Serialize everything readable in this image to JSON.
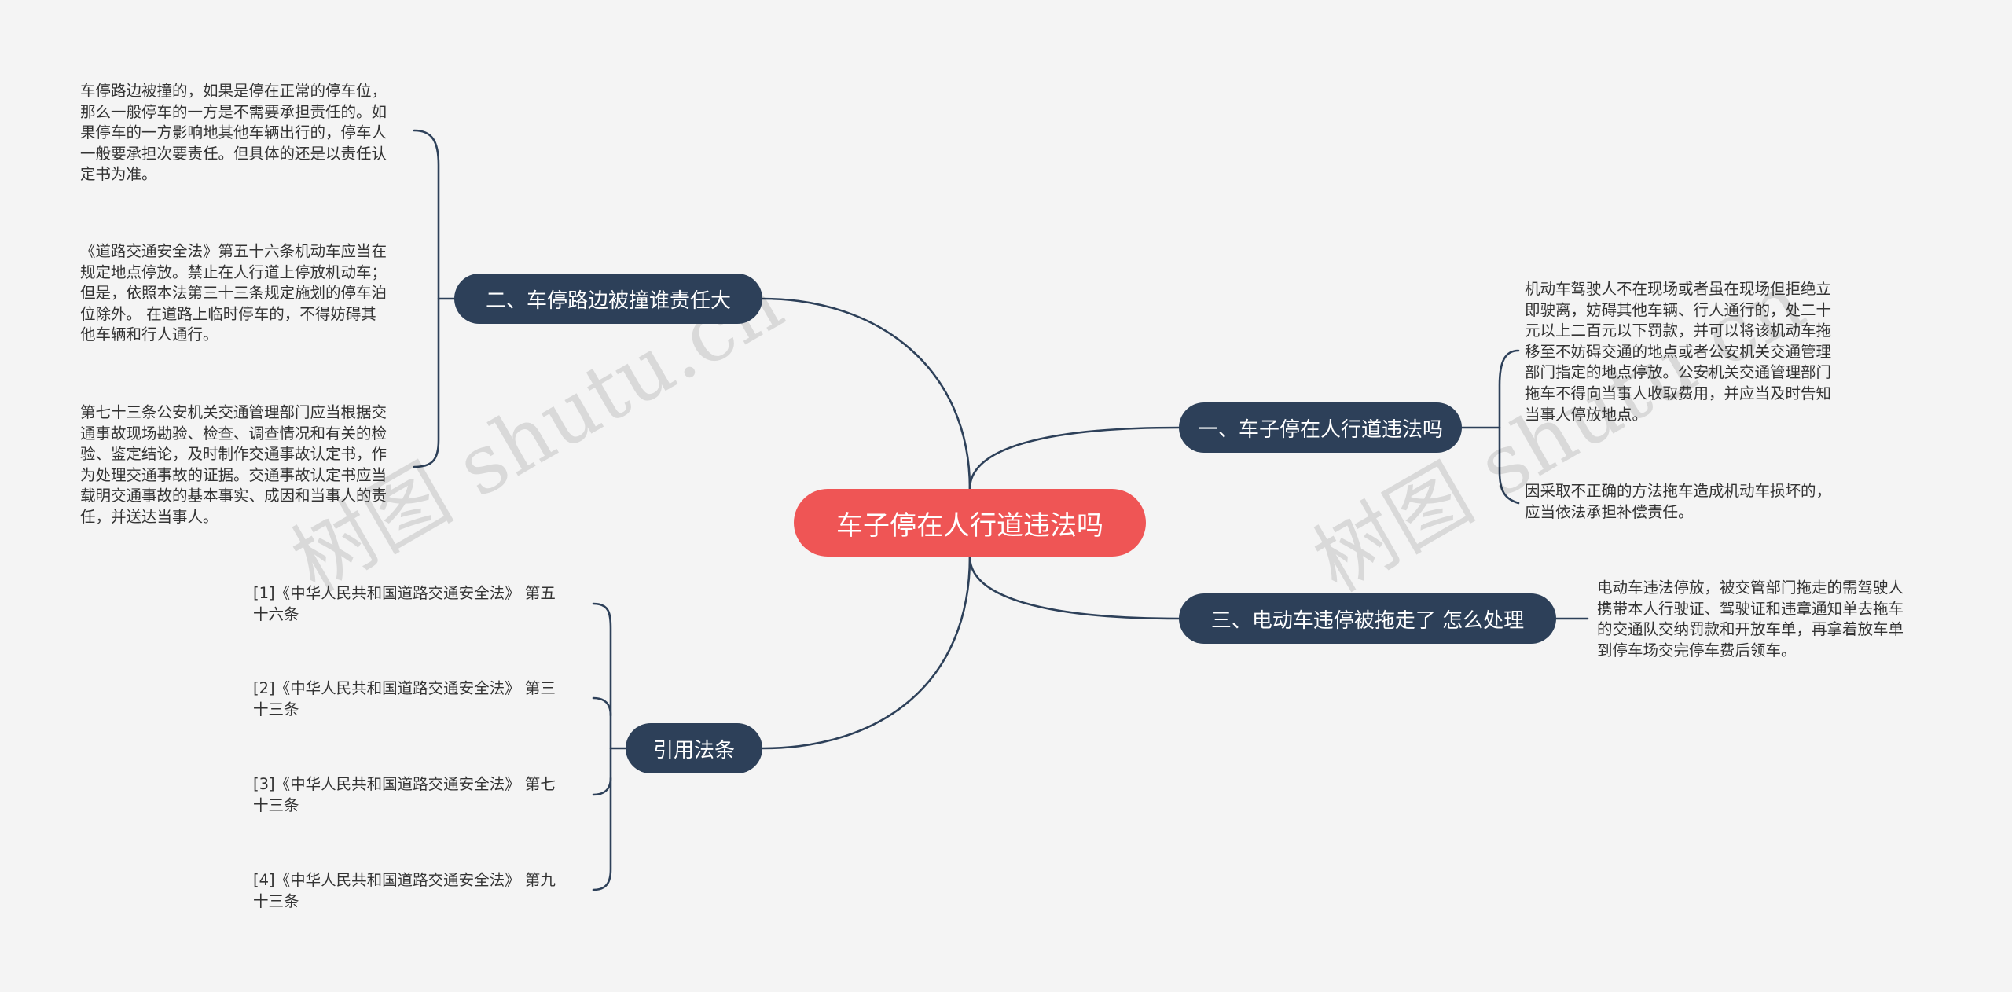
{
  "root": {
    "title": "车子停在人行道违法吗"
  },
  "branches": {
    "b1": {
      "label": "一、车子停在人行道违法吗",
      "leaves": [
        {
          "lines": [
            "机动车驾驶人不在现场或者虽在现场但拒绝立",
            "即驶离，妨碍其他车辆、行人通行的，处二十",
            "元以上二百元以下罚款，并可以将该机动车拖",
            "移至不妨碍交通的地点或者公安机关交通管理",
            "部门指定的地点停放。公安机关交通管理部门",
            "拖车不得向当事人收取费用，并应当及时告知",
            "当事人停放地点。"
          ]
        },
        {
          "lines": [
            "因采取不正确的方法拖车造成机动车损坏的，",
            "应当依法承担补偿责任。"
          ]
        }
      ]
    },
    "b2": {
      "label": "二、车停路边被撞谁责任大",
      "leaves": [
        {
          "lines": [
            "车停路边被撞的，如果是停在正常的停车位，",
            "那么一般停车的一方是不需要承担责任的。如",
            "果停车的一方影响地其他车辆出行的，停车人",
            "一般要承担次要责任。但具体的还是以责任认",
            "定书为准。"
          ]
        },
        {
          "lines": [
            "《道路交通安全法》第五十六条机动车应当在",
            "规定地点停放。禁止在人行道上停放机动车；",
            "但是，依照本法第三十三条规定施划的停车泊",
            "位除外。 在道路上临时停车的，不得妨碍其",
            "他车辆和行人通行。"
          ]
        },
        {
          "lines": [
            "第七十三条公安机关交通管理部门应当根据交",
            "通事故现场勘验、检查、调查情况和有关的检",
            "验、鉴定结论，及时制作交通事故认定书，作",
            "为处理交通事故的证据。交通事故认定书应当",
            "载明交通事故的基本事实、成因和当事人的责",
            "任，并送达当事人。"
          ]
        }
      ]
    },
    "b3": {
      "label": "三、电动车违停被拖走了 怎么处理",
      "leaves": [
        {
          "lines": [
            "电动车违法停放，被交管部门拖走的需驾驶人",
            "携带本人行驶证、驾驶证和违章通知单去拖车",
            "的交通队交纳罚款和开放车单，再拿着放车单",
            "到停车场交完停车费后领车。"
          ]
        }
      ]
    },
    "b4": {
      "label": "引用法条",
      "refs": [
        {
          "lines": [
            "[1]《中华人民共和国道路交通安全法》 第五",
            "十六条"
          ]
        },
        {
          "lines": [
            "[2]《中华人民共和国道路交通安全法》 第三",
            "十三条"
          ]
        },
        {
          "lines": [
            "[3]《中华人民共和国道路交通安全法》 第七",
            "十三条"
          ]
        },
        {
          "lines": [
            "[4]《中华人民共和国道路交通安全法》 第九",
            "十三条"
          ]
        }
      ]
    }
  },
  "watermarks": [
    "树图 shutu.cn",
    "树图 shutu.cn"
  ],
  "colors": {
    "background": "#f4f4f4",
    "root": "#ef5555",
    "branch": "#2d4059",
    "line": "#2d4059",
    "text": "#333333"
  }
}
